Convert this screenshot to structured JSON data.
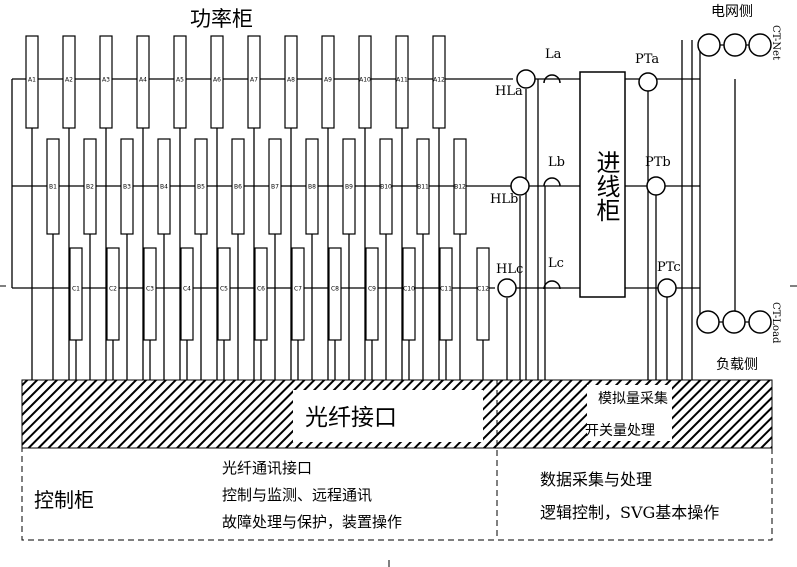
{
  "power_cabinet": {
    "title": "功率柜",
    "row_a_modules": [
      "A1",
      "A2",
      "A3",
      "A4",
      "A5",
      "A6",
      "A7",
      "A8",
      "A9",
      "A10",
      "A11",
      "A12"
    ],
    "row_b_modules": [
      "B1",
      "B2",
      "B3",
      "B4",
      "B5",
      "B6",
      "B7",
      "B8",
      "B9",
      "B10",
      "B11",
      "B12"
    ],
    "row_c_modules": [
      "C1",
      "C2",
      "C3",
      "C4",
      "C5",
      "C6",
      "C7",
      "C8",
      "C9",
      "C10",
      "C11",
      "C12"
    ]
  },
  "inductors": {
    "a": "La",
    "b": "Lb",
    "c": "Lc"
  },
  "filters": {
    "a": "HLa",
    "b": "HLb",
    "c": "HLc"
  },
  "pts": {
    "a": "PTa",
    "b": "PTb",
    "c": "PTc"
  },
  "incoming_cabinet": "进线柜",
  "grid_side": {
    "label": "电网侧",
    "ct_label": "CT-Net"
  },
  "load_side": {
    "label": "负载侧",
    "ct_label": "CT-Load"
  },
  "fiber_interface": "光纤接口",
  "analog_io": {
    "analog": "模拟量采集",
    "switch": "开关量处理"
  },
  "control_cabinet": {
    "title": "控制柜",
    "left_lines": [
      "光纤通讯接口",
      "控制与监测、远程通讯",
      "故障处理与保护，装置操作"
    ],
    "right_lines": [
      "数据采集与处理",
      "逻辑控制，SVG基本操作"
    ]
  }
}
